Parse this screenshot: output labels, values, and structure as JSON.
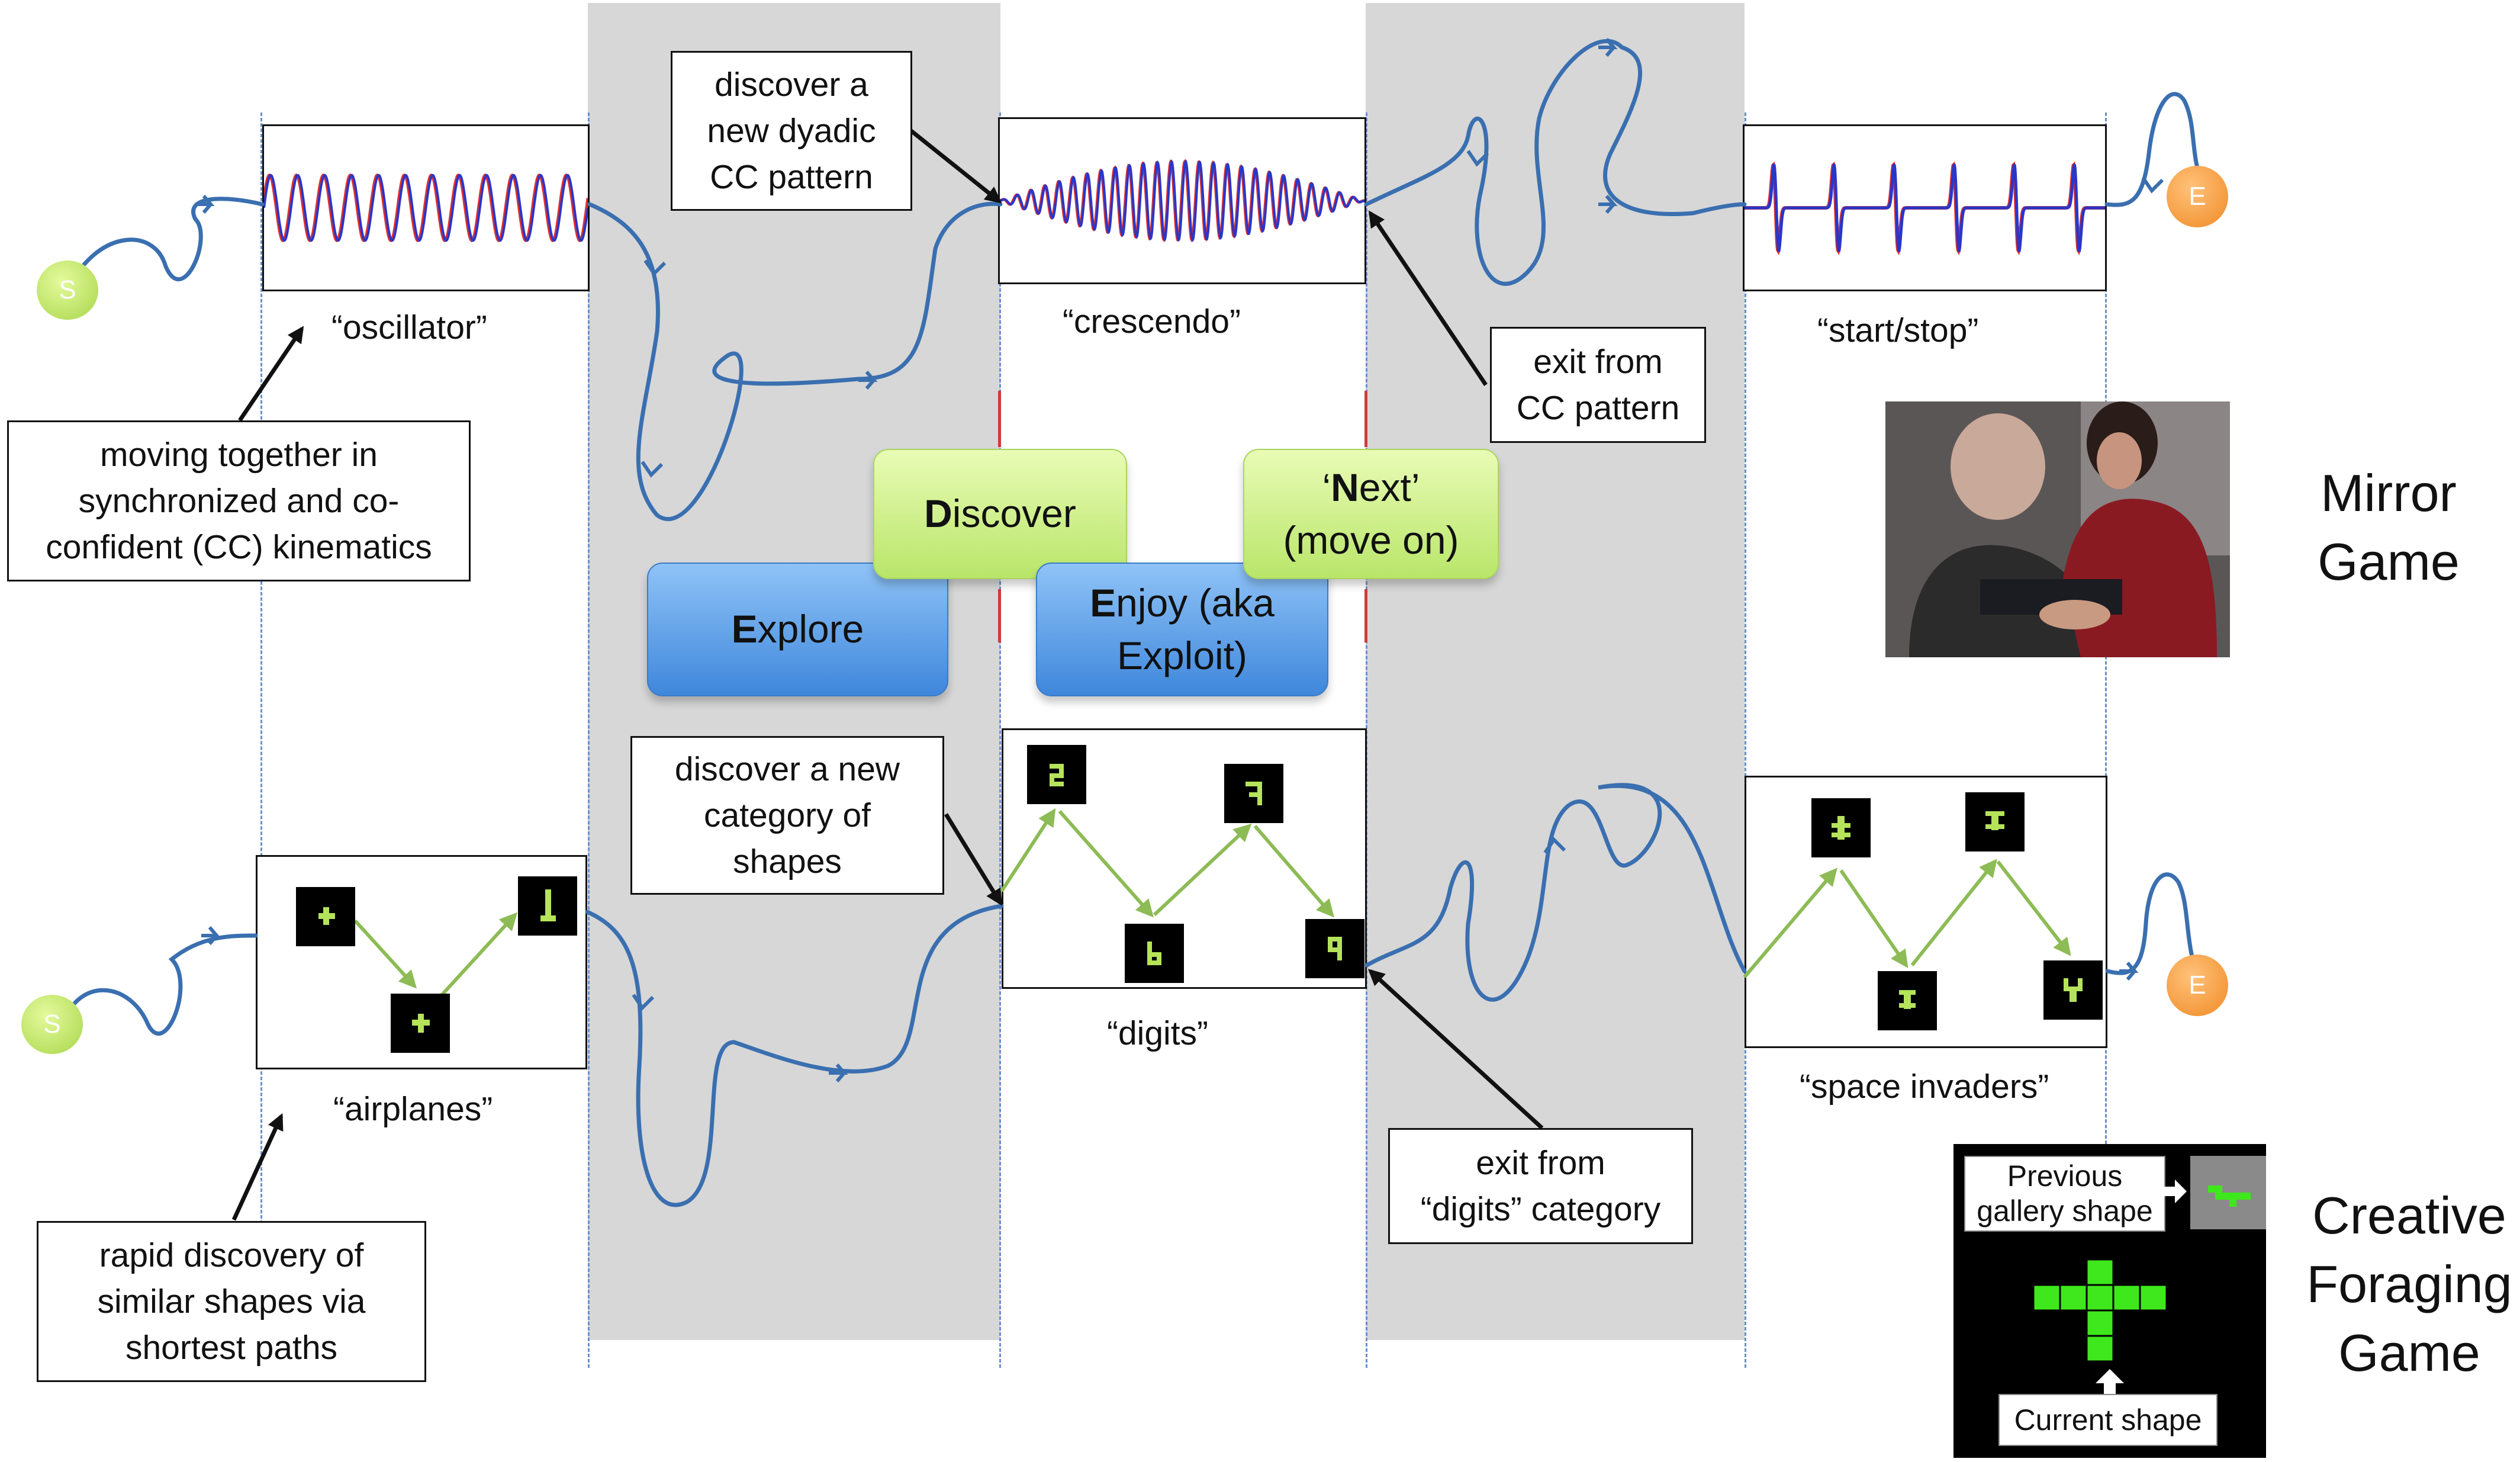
{
  "phases": {
    "discover": {
      "initial": "D",
      "rest": "iscover"
    },
    "next": {
      "text_pre": "‘",
      "initial": "N",
      "text_post": "ext’\n(move on)"
    },
    "explore": {
      "initial": "E",
      "rest": "xplore"
    },
    "enjoy": {
      "initial": "E",
      "rest": "njoy (aka\nExploit)"
    }
  },
  "mirror_game": {
    "title": "Mirror\nGame",
    "start_label": "S",
    "end_label": "E",
    "captions": [
      "“oscillator”",
      "“crescendo”",
      "“start/stop”"
    ],
    "callouts": {
      "synchronized": "moving together in\nsynchronized and co-\nconfident (CC) kinematics",
      "discover_pattern": "discover a\nnew dyadic\nCC pattern",
      "exit_pattern": "exit from\nCC pattern"
    }
  },
  "creative_foraging": {
    "title": "Creative\nForaging\nGame",
    "start_label": "S",
    "end_label": "E",
    "captions": [
      "“airplanes”",
      "“digits”",
      "“space invaders”"
    ],
    "callouts": {
      "rapid_discovery": "rapid discovery of\nsimilar shapes via\nshortest paths",
      "discover_category": "discover a new\ncategory of\nshapes",
      "exit_category": "exit from\n“digits” category"
    },
    "gallery": {
      "previous_label": "Previous\ngallery shape",
      "current_label": "Current shape"
    }
  },
  "colors": {
    "band": "#d7d7d7",
    "trajectory": "#3a6fb0",
    "shape_path": "#8dbb55",
    "shape_green": "#3ee81c",
    "signal_blue": "#2a36c8",
    "signal_red": "#e03030",
    "start_node": "#b5e35a",
    "end_node": "#f59a3a"
  }
}
